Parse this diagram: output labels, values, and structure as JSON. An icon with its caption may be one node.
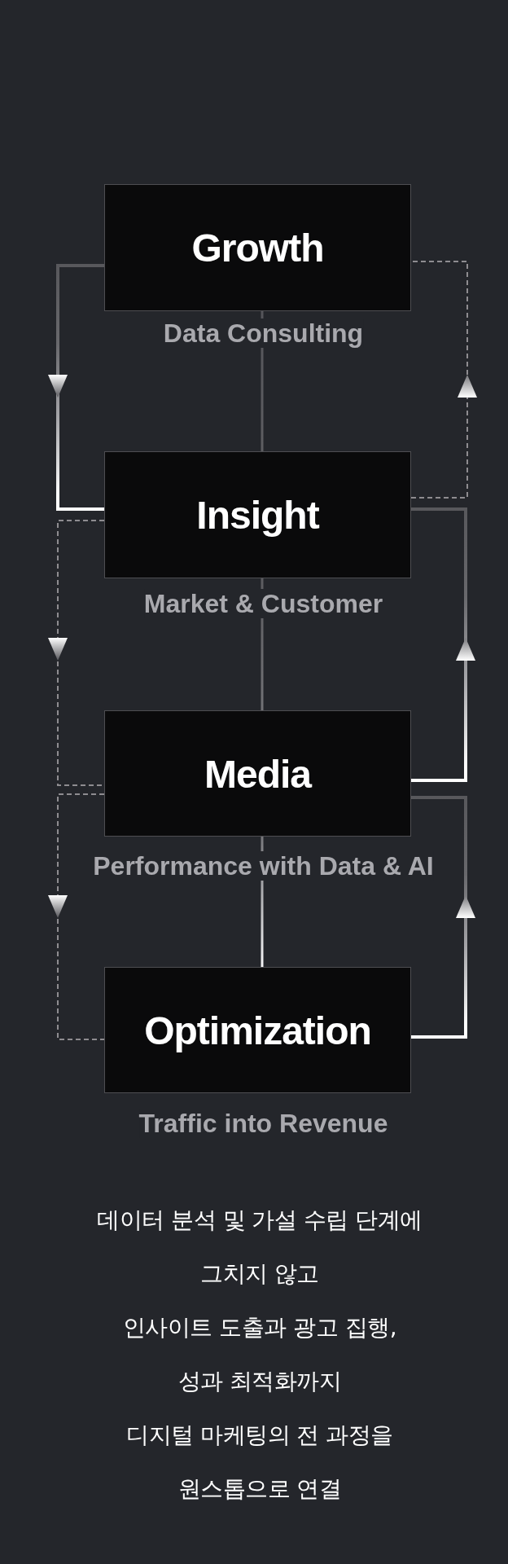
{
  "diagram": {
    "nodes": [
      {
        "text": [
          "Growth"
        ],
        "beside": [
          "Data Consulting"
        ]
      },
      {
        "text": [
          "Insight"
        ],
        "beside": [
          "Market & Customer"
        ]
      },
      {
        "text": [
          "Media"
        ],
        "beside": [
          "Performance with Data & AI"
        ]
      },
      {
        "text": [
          "Optimization"
        ],
        "beside": [
          "Traffic into Revenue"
        ]
      }
    ],
    "edges": [
      {
        "from": 0,
        "to": 1,
        "arrow": "to"
      },
      {
        "from": 1,
        "to": 0,
        "arrow": "to",
        "style": "dashed"
      },
      {
        "from": 0,
        "to": 1,
        "arrow": "none"
      },
      {
        "from": 1,
        "to": 2,
        "arrow": "to",
        "style": "dashed"
      },
      {
        "from": 2,
        "to": 1,
        "arrow": "to"
      },
      {
        "from": 1,
        "to": 2,
        "arrow": "none"
      },
      {
        "from": 2,
        "to": 3,
        "arrow": "to",
        "style": "dashed"
      },
      {
        "from": 3,
        "to": 2,
        "arrow": "to"
      },
      {
        "from": 2,
        "to": 3,
        "arrow": "none"
      }
    ],
    "labels": [
      "데이터 분석 및 가설 수립 단계에 그치지 않고 인사이트 도출과 광고 집행, 성과 최적화까지 디지털 마케팅의 전 과정을 원스톱으로 연결"
    ]
  }
}
